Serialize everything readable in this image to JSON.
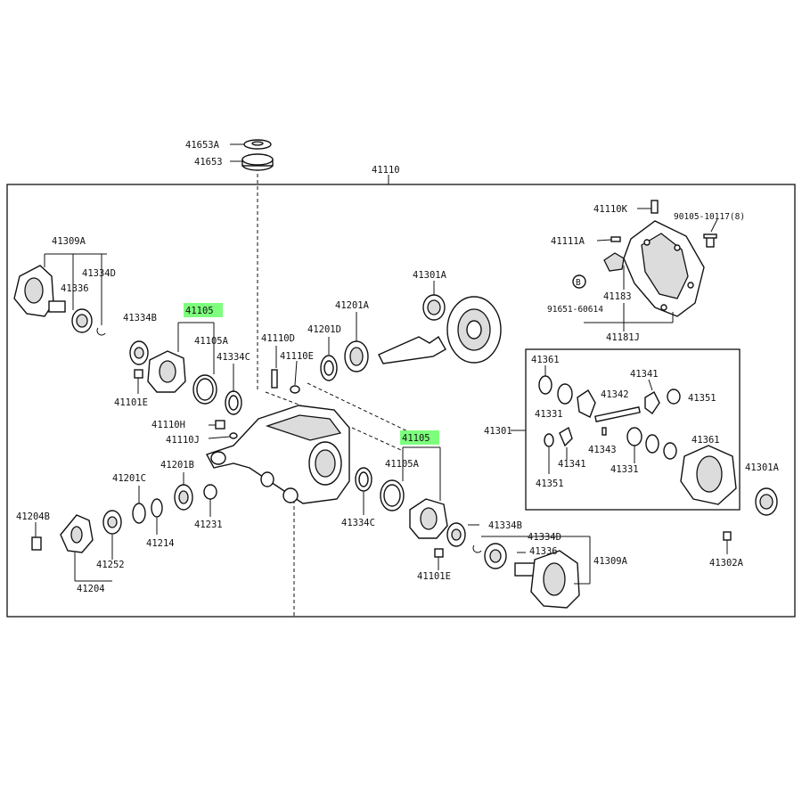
{
  "diagram": {
    "highlight_color": "#7dff7d",
    "labels": {
      "p41653A": "41653A",
      "p41653": "41653",
      "p41110": "41110",
      "p41110K": "41110K",
      "p90105": "90105-10117(8)",
      "p41111A": "41111A",
      "pB": "B",
      "p41183": "41183",
      "p91651": "91651-60614",
      "p41181J": "41181J",
      "p41309A_left": "41309A",
      "p41334D_left": "41334D",
      "p41336_left": "41336",
      "p41334B_left": "41334B",
      "p41105_left": "41105",
      "p41105A_left": "41105A",
      "p41334C_left": "41334C",
      "p41101E_left": "41101E",
      "p41110D": "41110D",
      "p41110E": "41110E",
      "p41201D": "41201D",
      "p41201A": "41201A",
      "p41301A_top": "41301A",
      "p41110H": "41110H",
      "p41110J": "41110J",
      "p41105_right": "41105",
      "p41105A_right": "41105A",
      "p41334C_right": "41334C",
      "p41334B_right": "41334B",
      "p41334D_right": "41334D",
      "p41336_right": "41336",
      "p41309A_right": "41309A",
      "p41101E_right": "41101E",
      "p41201C": "41201C",
      "p41201B": "41201B",
      "p41231": "41231",
      "p41214": "41214",
      "p41204B": "41204B",
      "p41252": "41252",
      "p41204": "41204",
      "p41301": "41301",
      "p41361_a": "41361",
      "p41341_a": "41341",
      "p41342": "41342",
      "p41351_a": "41351",
      "p41331_a": "41331",
      "p41343": "41343",
      "p41361_b": "41361",
      "p41341_b": "41341",
      "p41331_b": "41331",
      "p41351_b": "41351",
      "p41301A_right": "41301A",
      "p41302A": "41302A"
    }
  }
}
